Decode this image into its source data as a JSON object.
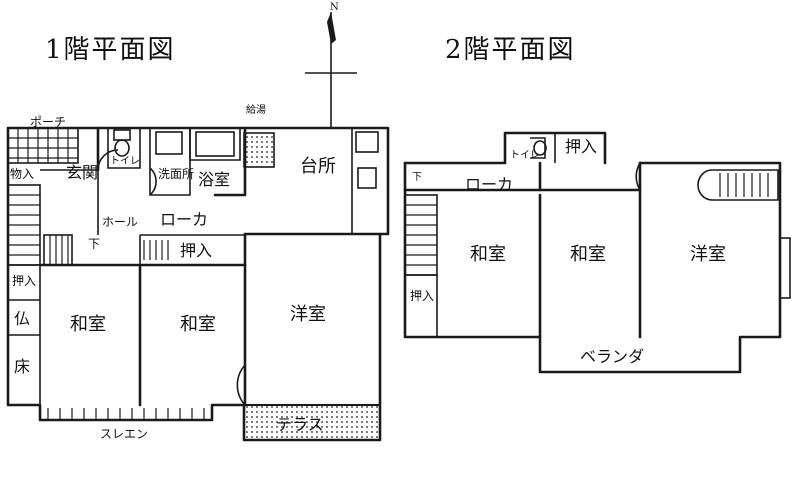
{
  "floor1": {
    "title": "1階平面図",
    "rooms": {
      "porch": "ポーチ",
      "storage": "物入",
      "entrance": "玄関",
      "toilet": "トイレ",
      "washroom": "洗面所",
      "bathroom": "浴室",
      "water_heater": "給湯",
      "kitchen": "台所",
      "hall": "ホール",
      "stairs_down": "下",
      "corridor": "ローカ",
      "closet": "押入",
      "oshiire_left": "押入",
      "butsuma": "仏",
      "toko": "床",
      "washitsu_a": "和室",
      "washitsu_b": "和室",
      "youshitsu": "洋室",
      "terrace": "テラス",
      "sureen": "スレエン"
    }
  },
  "floor2": {
    "title": "2階平面図",
    "rooms": {
      "toilet": "トイレ",
      "closet_top": "押入",
      "down": "下",
      "corridor": "ローカ",
      "washitsu_a": "和室",
      "washitsu_b": "和室",
      "youshitsu": "洋室",
      "closet_left": "押入",
      "veranda": "ベランダ"
    }
  },
  "north_mark": "N",
  "icons": [
    "north-arrow-icon",
    "stairs-icon",
    "toilet-icon",
    "door-swing-icon"
  ]
}
